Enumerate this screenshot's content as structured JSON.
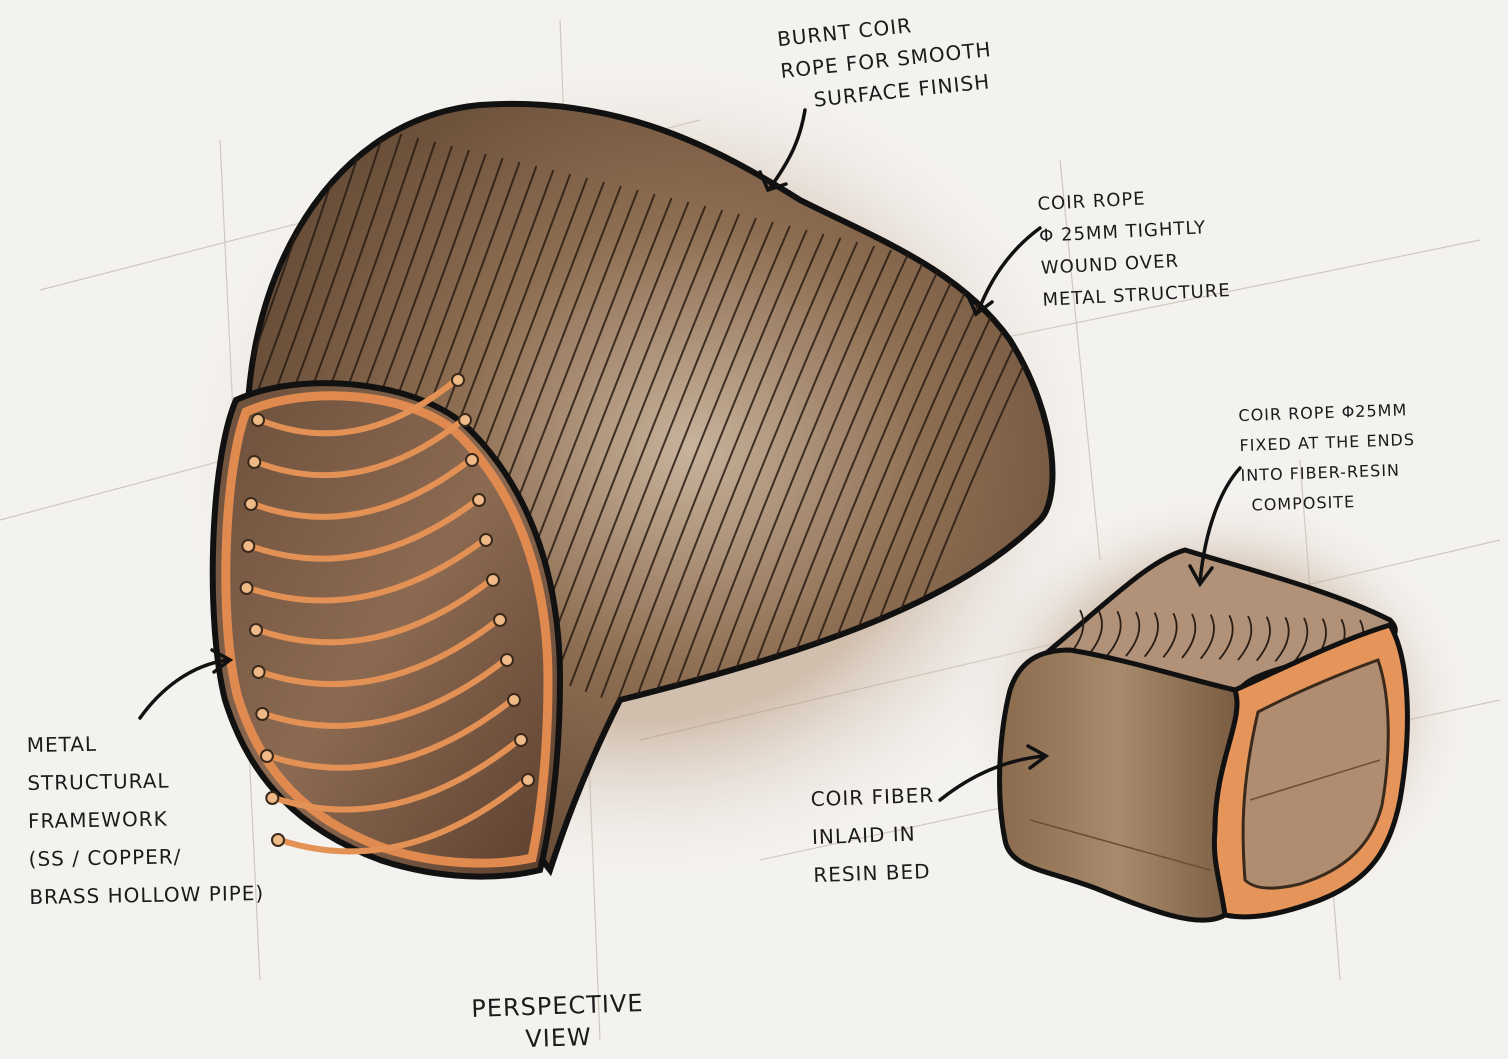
{
  "annotations": {
    "burnt_rope": [
      "BURNT COIR",
      "ROPE FOR SMOOTH",
      "SURFACE FINISH"
    ],
    "rope_wound": [
      "COIR ROPE",
      "Φ 25mm TIGHTLY",
      "WOUND OVER",
      "METAL STRUCTURE"
    ],
    "rope_fixed": [
      "COIR ROPE Φ25mm",
      "FIXED AT THE ENDS",
      "INTO FIBER-RESIN",
      "COMPOSITE"
    ],
    "metal_frame": [
      "METAL",
      "STRUCTURAL",
      "FRAMEWORK",
      "(SS / COPPER/",
      "BRASS HOLLOW PIPE)"
    ],
    "coir_fiber": [
      "COIR FIBER",
      "INLAID IN",
      "RESIN BED"
    ],
    "view_title": [
      "PERSPECTIVE",
      "VIEW"
    ]
  },
  "colors": {
    "rope_brown": "#8a6a4e",
    "rope_dark": "#5a4230",
    "copper": "#d9834a",
    "copper_light": "#f2b27a",
    "outline": "#111111",
    "paper": "#f4f2ef"
  }
}
